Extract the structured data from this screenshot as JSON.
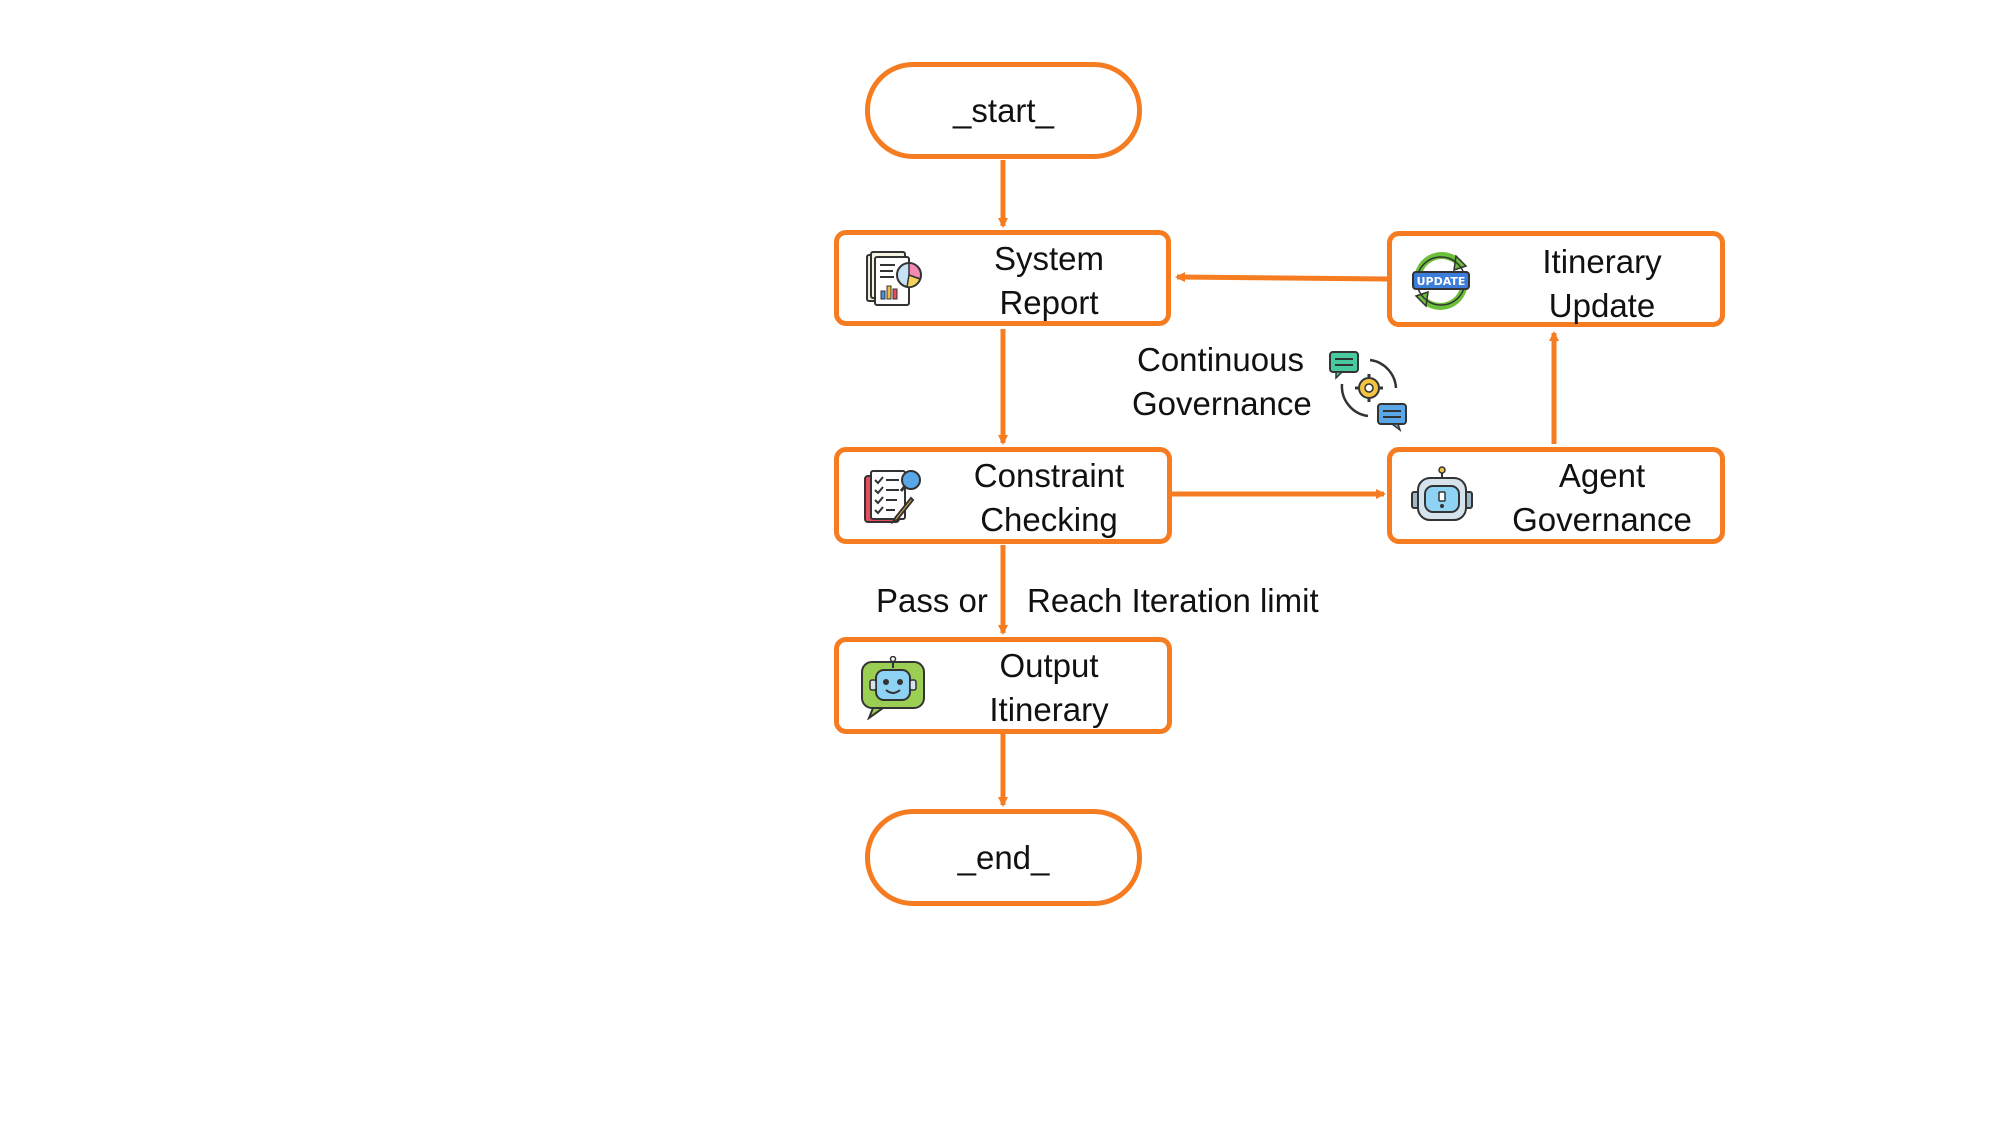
{
  "diagram": {
    "accent_color": "#F57C21",
    "nodes": {
      "start": {
        "label": "_start_"
      },
      "system_report": {
        "line1": "System",
        "line2": "Report",
        "icon": "report-chart-icon"
      },
      "itinerary_update": {
        "line1": "Itinerary",
        "line2": "Update",
        "icon": "update-cycle-icon"
      },
      "constraint_checking": {
        "line1": "Constraint",
        "line2": "Checking",
        "icon": "checklist-icon"
      },
      "agent_governance": {
        "line1": "Agent",
        "line2": "Governance",
        "icon": "robot-icon"
      },
      "output_itinerary": {
        "line1": "Output",
        "line2": "Itinerary",
        "icon": "chatbot-icon"
      },
      "end": {
        "label": "_end_"
      }
    },
    "annotations": {
      "continuous_governance_line1": "Continuous",
      "continuous_governance_line2": "Governance",
      "continuous_governance_icon": "chat-gear-cycle-icon",
      "pass_or": "Pass or",
      "reach_limit": "Reach Iteration limit"
    }
  }
}
